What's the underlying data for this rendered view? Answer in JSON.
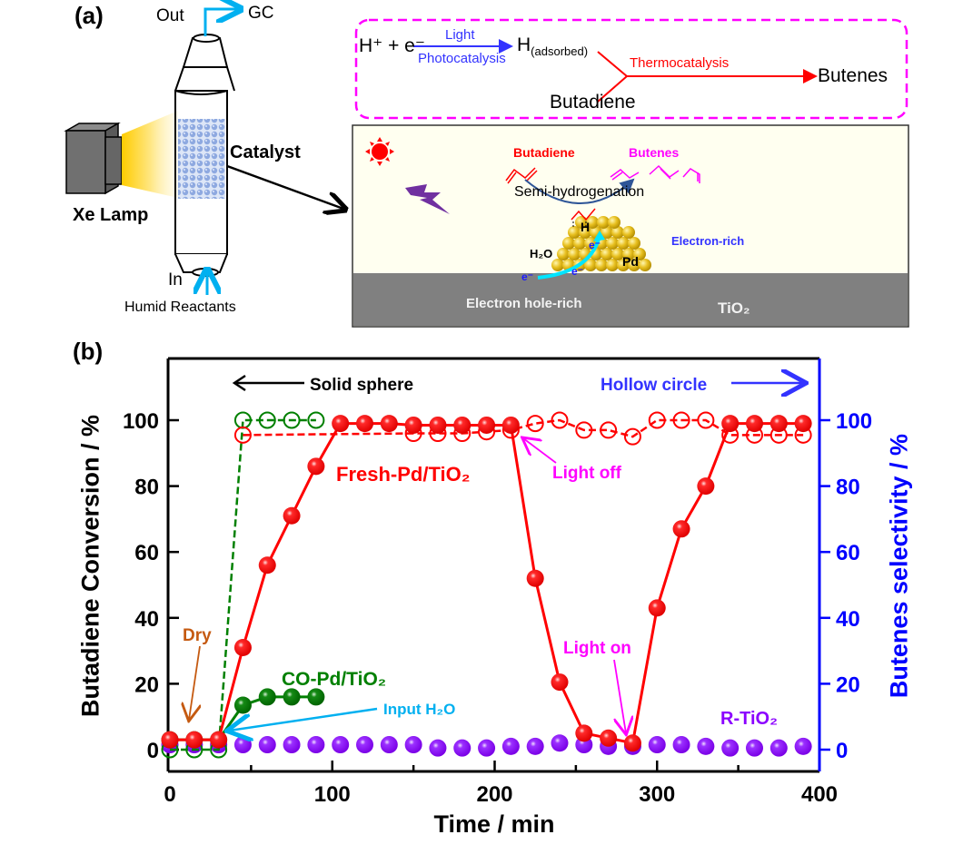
{
  "panel_a": {
    "label": "(a)",
    "reactor": {
      "out_label": "Out",
      "gc_label": "GC",
      "catalyst_label": "Catalyst",
      "lamp_label": "Xe Lamp",
      "in_label": "In",
      "feed_label": "Humid Reactants"
    },
    "scheme": {
      "reactant": "H⁺ + e⁻",
      "light_label": "Light",
      "photo_label": "Photocatalysis",
      "h_ads_main": "H",
      "h_ads_sub": "(adsorbed)",
      "butadiene": "Butadiene",
      "thermo_label": "Thermocatalysis",
      "product": "Butenes"
    },
    "mechanism": {
      "butadiene_label": "Butadiene",
      "butenes_label": "Butenes",
      "semi_label": "Semi-hydrogenation",
      "h_label": "H",
      "h2o_label": "H₂O",
      "electron_label": "e⁻",
      "electron_rich": "Electron-rich",
      "pd_label": "Pd",
      "hole_rich": "Electron hole-rich",
      "support": "TiO₂"
    },
    "colors": {
      "dash_box": "#ff00ff",
      "blue_text": "#3333ff",
      "red_text": "#ff0000",
      "magenta_text": "#ff00ff",
      "cyan_arrow": "#00b0f0",
      "panel_bg": "#fffff0",
      "support_bg": "#808080"
    }
  },
  "panel_b": {
    "label": "(b)",
    "annotations": {
      "solid": "Solid sphere",
      "hollow": "Hollow circle",
      "fresh": "Fresh-Pd/TiO₂",
      "co": "CO-Pd/TiO₂",
      "rtio2": "R-TiO₂",
      "light_off": "Light off",
      "light_on": "Light on",
      "dry": "Dry",
      "input_h2o": "Input H₂O"
    }
  },
  "chart_data": {
    "type": "scatter",
    "title": "",
    "xlabel": "Time / min",
    "ylabel": "Butadiene Conversion / %",
    "y2label": "Butenes selectivity / %",
    "xlim": [
      0,
      400
    ],
    "ylim": [
      -5,
      118
    ],
    "xticks": [
      0,
      100,
      200,
      300,
      400
    ],
    "yticks": [
      0,
      20,
      40,
      60,
      80,
      100
    ],
    "y2ticks": [
      0,
      20,
      40,
      60,
      80,
      100
    ],
    "grid": false,
    "series": [
      {
        "name": "Fresh-Pd/TiO2 conversion",
        "marker": "solid",
        "color": "#ff0000",
        "line": "solid",
        "x": [
          0,
          15,
          30,
          45,
          60,
          75,
          90,
          105,
          120,
          135,
          150,
          165,
          180,
          195,
          210,
          225,
          240,
          255,
          270,
          285,
          300,
          315,
          330,
          345,
          360,
          375,
          390
        ],
        "y": [
          3,
          3,
          3,
          31,
          56,
          71,
          86,
          99,
          99,
          99,
          98.5,
          98.5,
          98.5,
          98.5,
          98.5,
          52,
          20.5,
          5,
          3.5,
          2,
          43,
          67,
          80,
          99,
          99,
          99,
          99
        ]
      },
      {
        "name": "Fresh-Pd/TiO2 selectivity",
        "marker": "hollow",
        "color": "#ff0000",
        "line": "dashed",
        "x": [
          45,
          150,
          165,
          180,
          195,
          210,
          225,
          240,
          255,
          270,
          285,
          300,
          315,
          330,
          345,
          360,
          375,
          390
        ],
        "y": [
          95.5,
          96,
          96,
          96,
          96.5,
          97,
          99,
          100,
          97,
          97,
          95,
          100,
          100,
          100,
          95.5,
          95.5,
          95.5,
          95.5
        ]
      },
      {
        "name": "CO-Pd/TiO2 conversion",
        "marker": "solid",
        "color": "#008000",
        "line": "solid",
        "x": [
          0,
          15,
          30,
          45,
          60,
          75,
          90
        ],
        "y": [
          3,
          3,
          3,
          13.5,
          16,
          16,
          16
        ]
      },
      {
        "name": "CO-Pd/TiO2 selectivity",
        "marker": "hollow",
        "color": "#008000",
        "line": "dashed",
        "x": [
          0,
          15,
          30,
          45,
          60,
          75,
          90
        ],
        "y": [
          0,
          0,
          0,
          100,
          100,
          100,
          100
        ]
      },
      {
        "name": "R-TiO2 conversion",
        "marker": "solid",
        "color": "#8b00ff",
        "line": "none",
        "x": [
          0,
          15,
          30,
          45,
          60,
          75,
          90,
          105,
          120,
          135,
          150,
          165,
          180,
          195,
          210,
          225,
          240,
          255,
          270,
          285,
          300,
          315,
          330,
          345,
          360,
          375,
          390
        ],
        "y": [
          1.5,
          1.5,
          1.5,
          1.5,
          1.5,
          1.5,
          1.5,
          1.5,
          1.5,
          1.5,
          1.5,
          0.5,
          0.5,
          0.5,
          1,
          1,
          2,
          1.5,
          1,
          1,
          1.5,
          1.5,
          1,
          0.5,
          0.5,
          0.5,
          1
        ]
      }
    ],
    "annotations": [
      {
        "text": "Solid sphere",
        "arrow": "left",
        "axis": "left"
      },
      {
        "text": "Hollow circle",
        "arrow": "right",
        "axis": "right"
      },
      {
        "text": "Light off",
        "at_time": 210
      },
      {
        "text": "Light on",
        "at_time": 285
      },
      {
        "text": "Dry",
        "at_time": 15
      },
      {
        "text": "Input H2O",
        "at_time": 30
      }
    ]
  }
}
